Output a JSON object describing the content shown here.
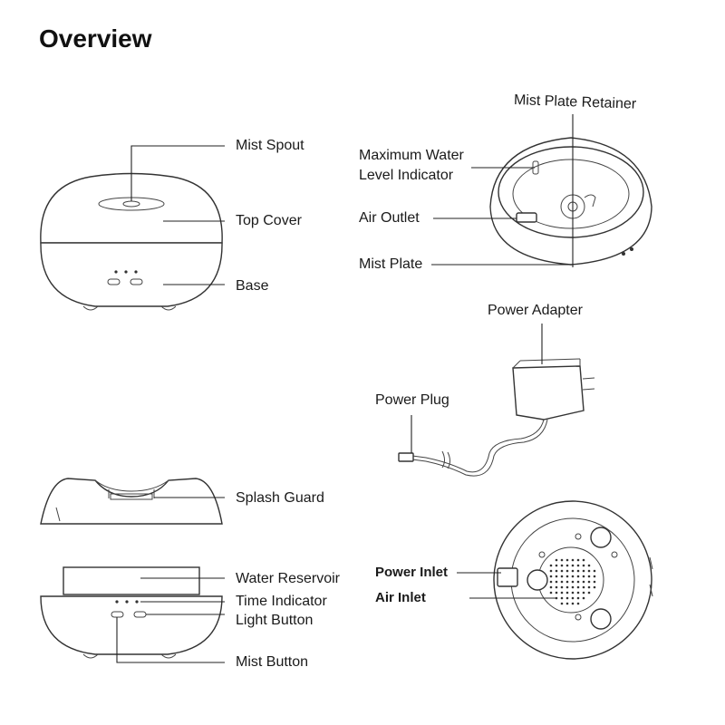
{
  "title": "Overview",
  "labels": {
    "mist_spout": "Mist Spout",
    "top_cover": "Top Cover",
    "base": "Base",
    "mist_plate_retainer": "Mist Plate Retainer",
    "max_water_line1": "Maximum Water",
    "max_water_line2": "Level Indicator",
    "air_outlet": "Air Outlet",
    "mist_plate": "Mist Plate",
    "power_adapter": "Power Adapter",
    "power_plug": "Power Plug",
    "splash_guard": "Splash Guard",
    "water_reservoir": "Water Reservoir",
    "time_indicator": "Time Indicator",
    "light_button": "Light Button",
    "mist_button": "Mist Button",
    "power_inlet": "Power Inlet",
    "air_inlet": "Air Inlet"
  }
}
